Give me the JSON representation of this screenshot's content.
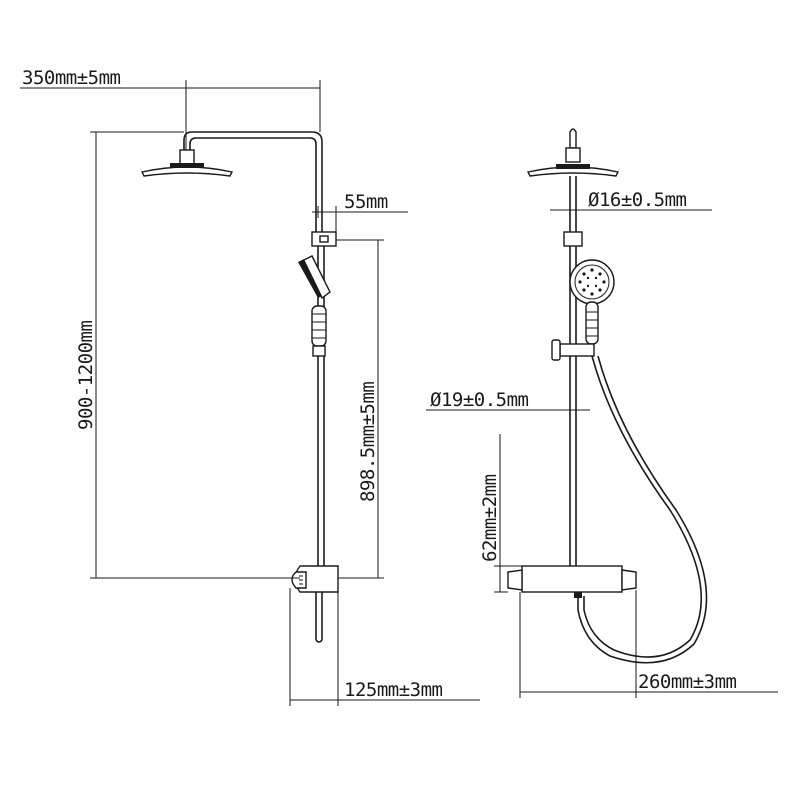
{
  "dimensions": {
    "arm_length": "350mm±5mm",
    "bracket_offset": "55mm",
    "total_height": "900-1200mm",
    "rail_length": "898.5mm±5mm",
    "mixer_depth": "125mm±3mm",
    "upper_pipe_diameter": "Ø16±0.5mm",
    "lower_pipe_diameter": "Ø19±0.5mm",
    "mixer_height": "62mm±2mm",
    "mixer_width": "260mm±3mm"
  },
  "colors": {
    "line": "#1a1a1a",
    "background": "#ffffff"
  }
}
